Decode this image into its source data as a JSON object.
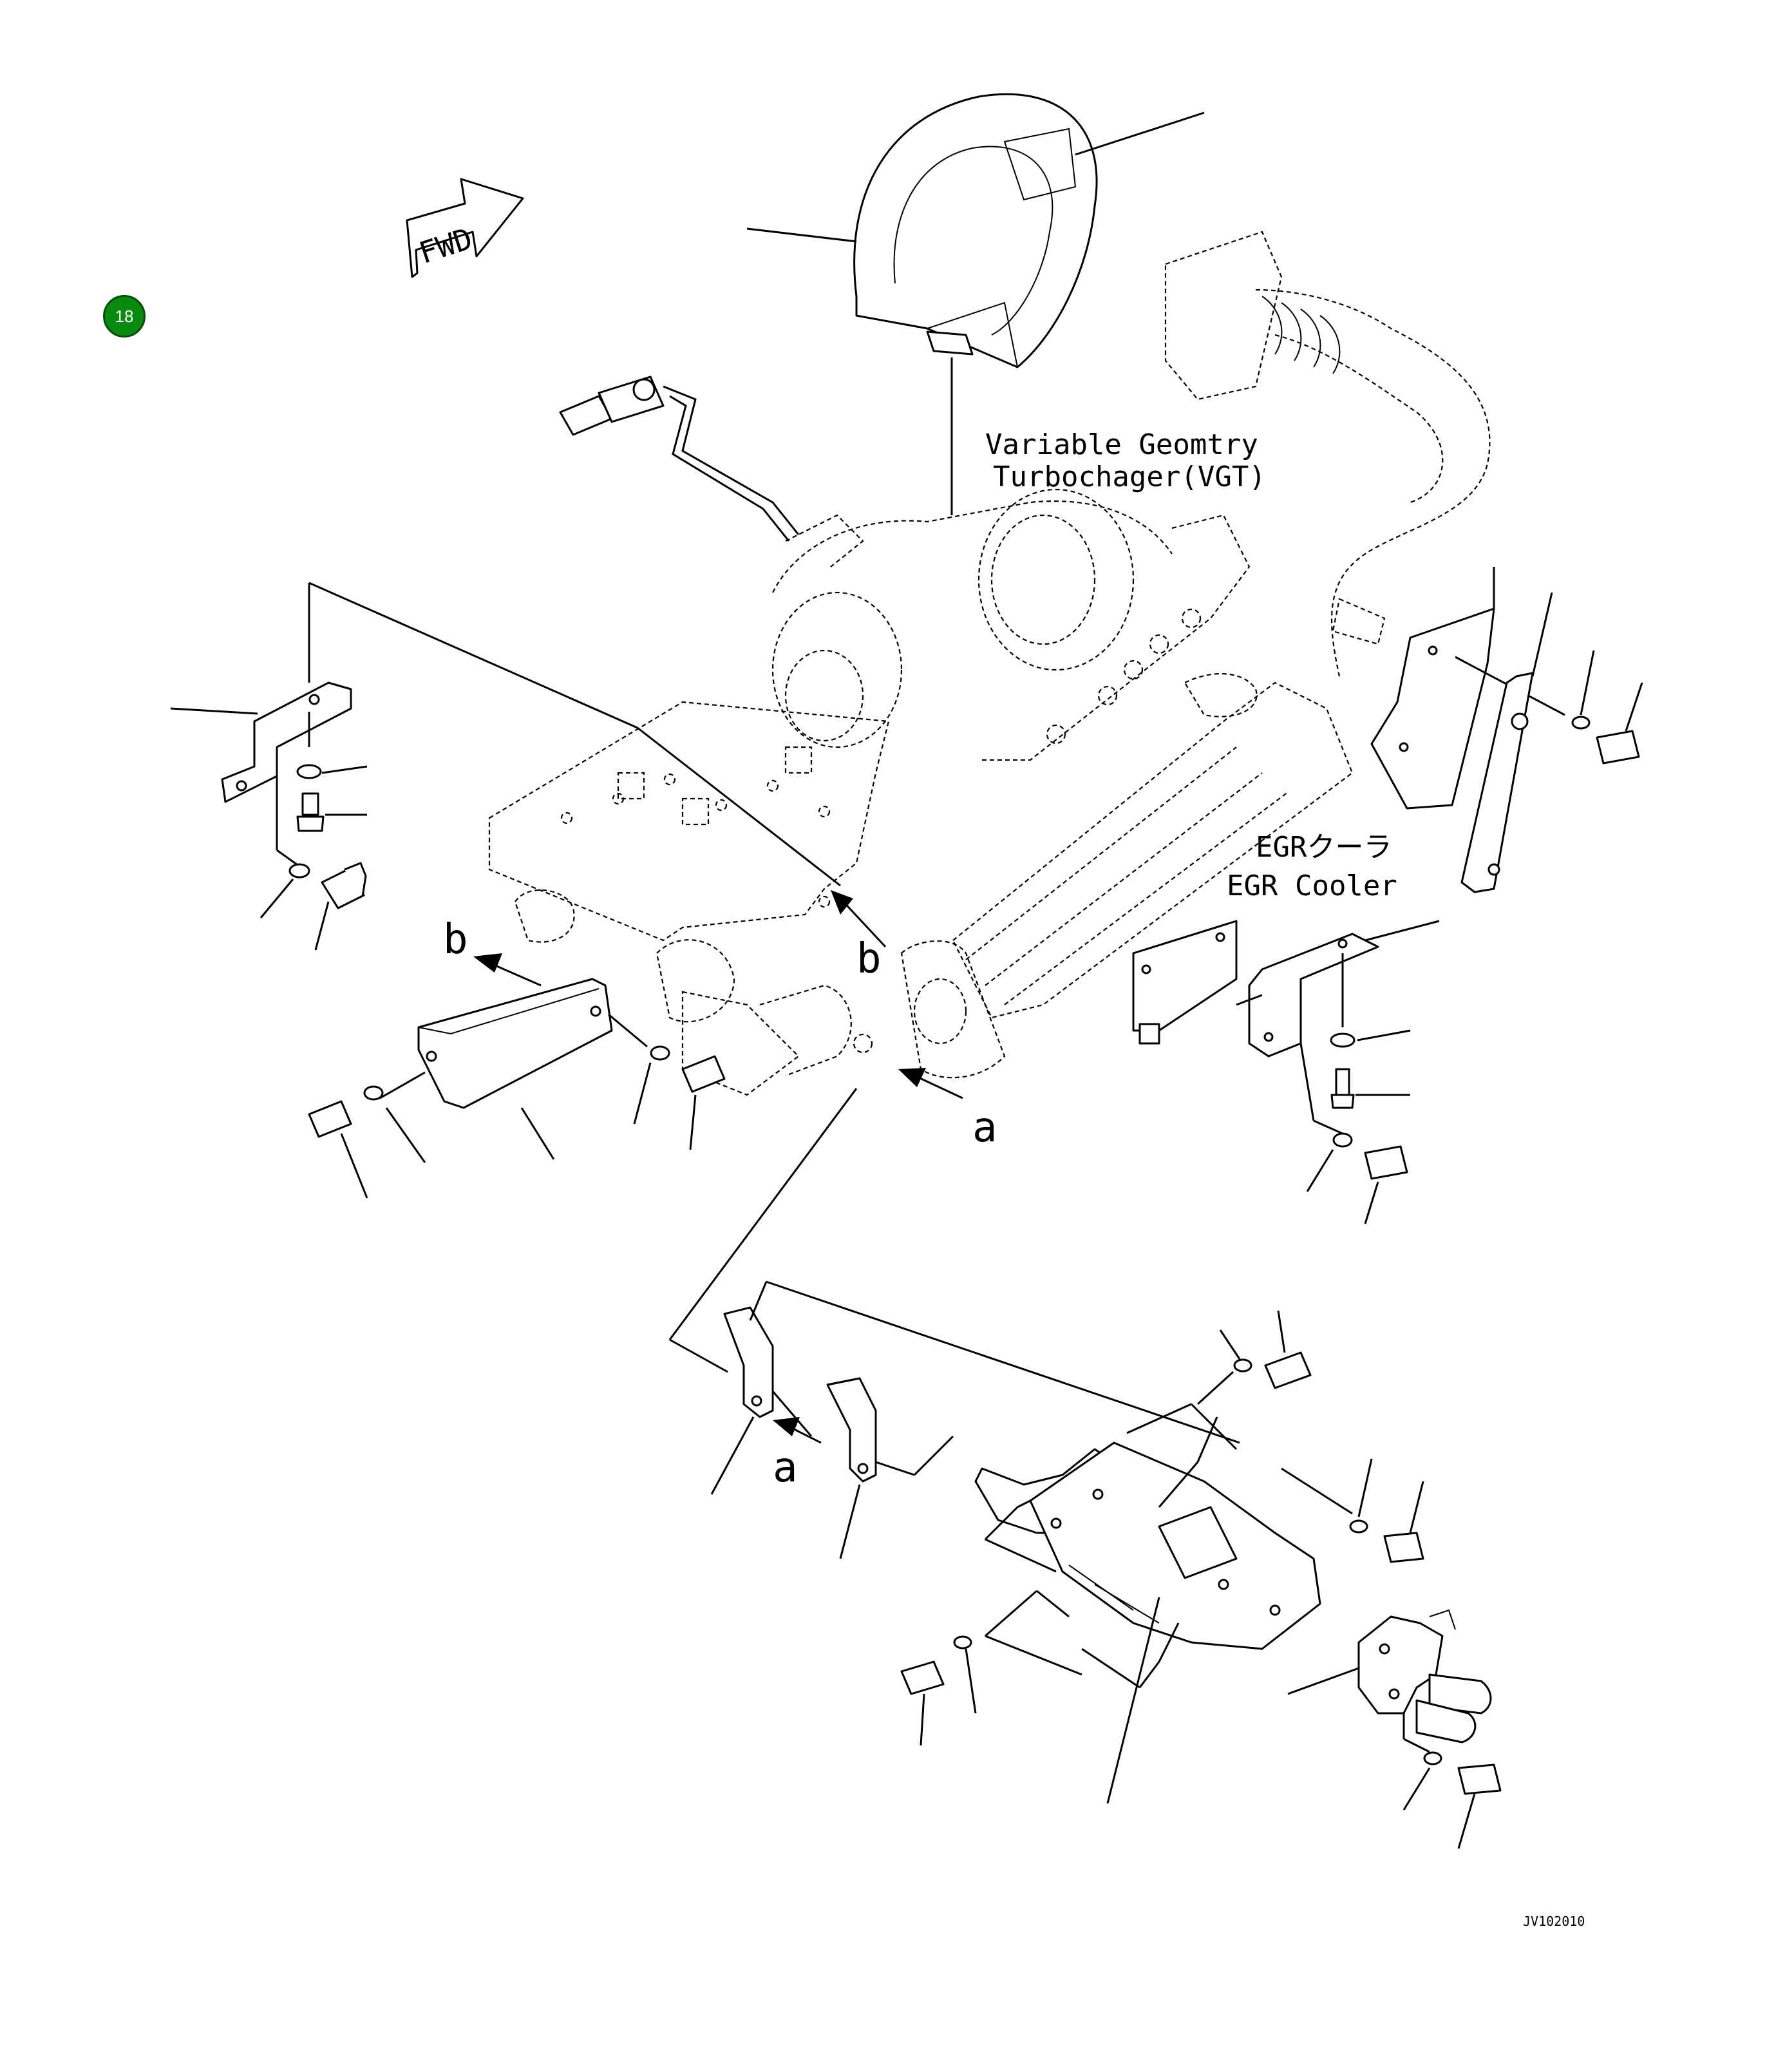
{
  "badge": {
    "number": "18",
    "color": "#0b8a10"
  },
  "labels": {
    "fwd": "FWD",
    "vgt_line1": "Variable Geomtry",
    "vgt_line2": "Turbochager(VGT)",
    "egr_jp": "EGRクーラ",
    "egr_en": "EGR Cooler",
    "ref_a_1": "a",
    "ref_a_2": "a",
    "ref_b_1": "b",
    "ref_b_2": "b",
    "drawing_code": "JV102010"
  }
}
